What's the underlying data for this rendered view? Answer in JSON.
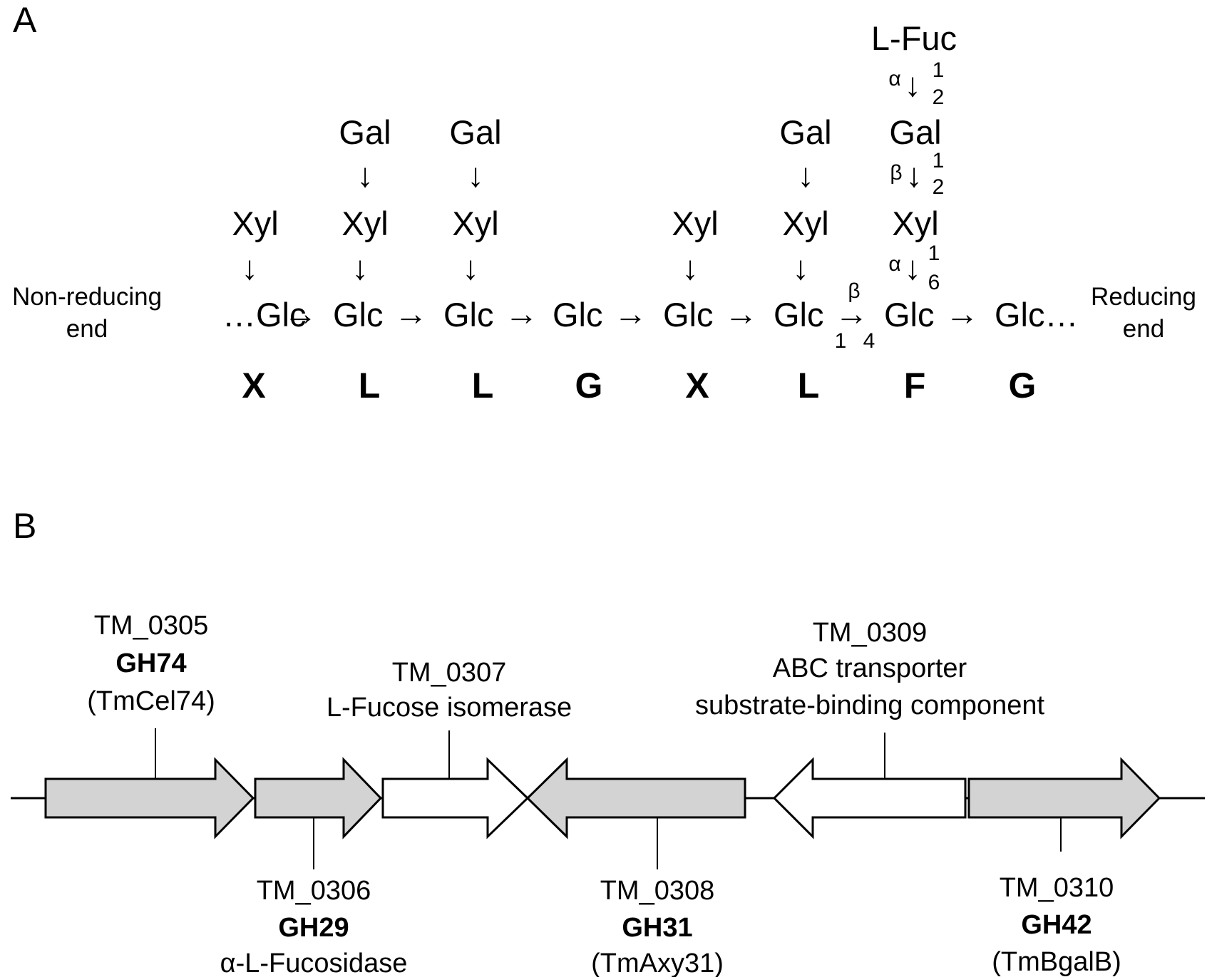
{
  "panel_a": {
    "label": "A",
    "left_end": [
      "Non-reducing",
      "end"
    ],
    "right_end": [
      "Reducing",
      "end"
    ],
    "backbone": [
      "…Glc",
      "Glc",
      "Glc",
      "Glc",
      "Glc",
      "Glc",
      "Glc",
      "Glc…"
    ],
    "arrow": "→",
    "down_arrow": "↓",
    "xyl": "Xyl",
    "gal": "Gal",
    "fuc": "L-Fuc",
    "linkages": {
      "backbone_anomer": "β",
      "backbone_pos_from": "1",
      "backbone_pos_to": "4",
      "xyl_anomer": "α",
      "xyl_pos_from": "1",
      "xyl_pos_to": "6",
      "gal_anomer": "β",
      "gal_pos_from": "1",
      "gal_pos_to": "2",
      "fuc_anomer": "α",
      "fuc_pos_from": "1",
      "fuc_pos_to": "2"
    },
    "codes": [
      "X",
      "L",
      "L",
      "G",
      "X",
      "L",
      "F",
      "G"
    ]
  },
  "panel_b": {
    "label": "B",
    "genes": [
      {
        "id": "TM_0305",
        "family": "GH74",
        "desc": "(TmCel74)",
        "fill": "#d3d3d3",
        "direction": "forward",
        "label_side": "top"
      },
      {
        "id": "TM_0306",
        "family": "GH29",
        "desc": "α-L-Fucosidase",
        "fill": "#d3d3d3",
        "direction": "forward",
        "label_side": "bottom"
      },
      {
        "id": "TM_0307",
        "family": "",
        "desc": "L-Fucose isomerase",
        "fill": "#ffffff",
        "direction": "forward",
        "label_side": "top"
      },
      {
        "id": "TM_0308",
        "family": "GH31",
        "desc": "(TmAxy31)",
        "fill": "#d3d3d3",
        "direction": "reverse",
        "label_side": "bottom"
      },
      {
        "id": "TM_0309",
        "family": "",
        "desc": "ABC transporter",
        "desc2": "substrate-binding component",
        "fill": "#ffffff",
        "direction": "reverse",
        "label_side": "top"
      },
      {
        "id": "TM_0310",
        "family": "GH42",
        "desc": "(TmBgalB)",
        "fill": "#d3d3d3",
        "direction": "forward",
        "label_side": "bottom"
      }
    ]
  }
}
